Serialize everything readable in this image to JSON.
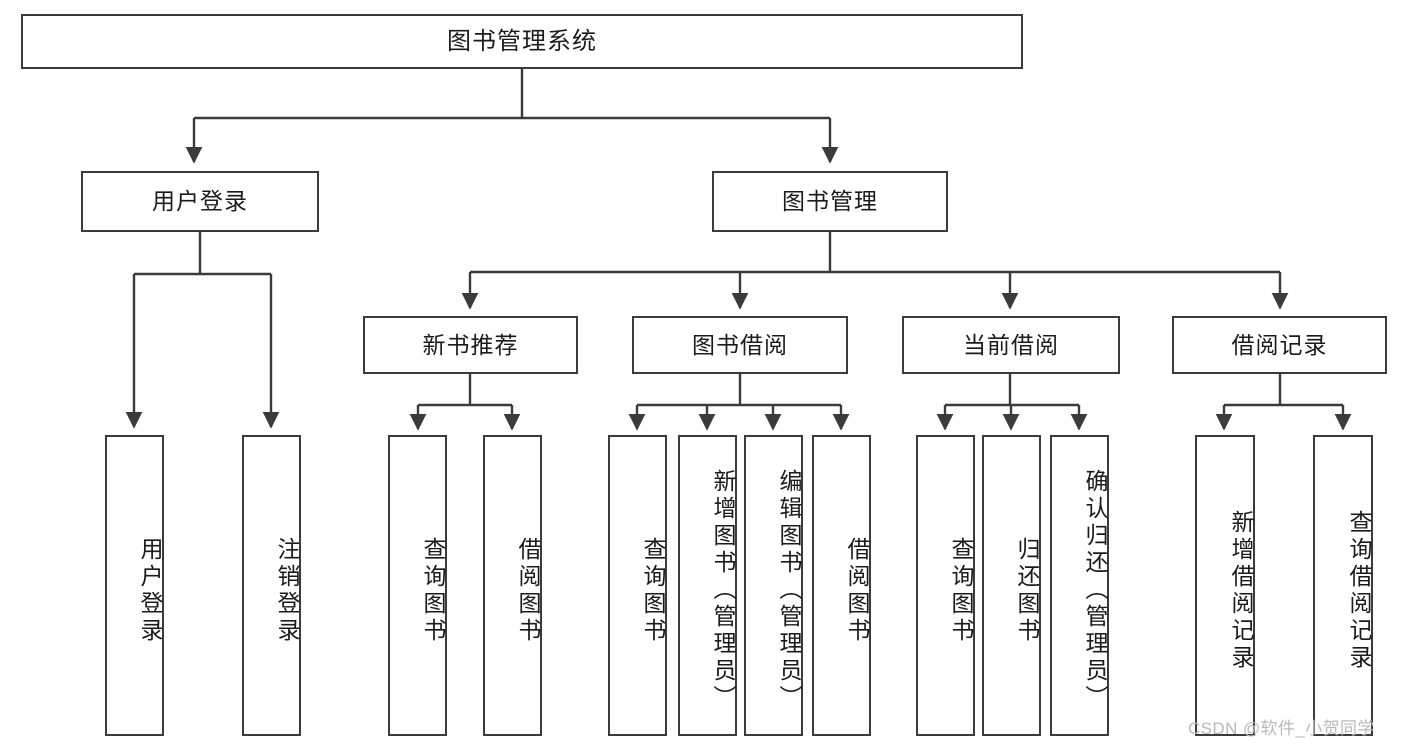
{
  "diagram": {
    "title": "图书管理系统",
    "type": "hierarchy-tree",
    "orientation": "top-down",
    "levels": 4,
    "colors": {
      "box_border": "#3b3b3b",
      "box_fill": "#ffffff",
      "connector": "#3b3b3b",
      "text": "#1b1b1b",
      "watermark": "#b9b9b9",
      "background": "#ffffff"
    }
  },
  "nodes": {
    "root": {
      "label": "图书管理系统"
    },
    "level2": [
      {
        "id": "user-login",
        "label": "用户登录"
      },
      {
        "id": "book-manage",
        "label": "图书管理"
      }
    ],
    "level3": [
      {
        "id": "new-book-recommend",
        "label": "新书推荐"
      },
      {
        "id": "book-borrow",
        "label": "图书借阅"
      },
      {
        "id": "current-borrow",
        "label": "当前借阅"
      },
      {
        "id": "borrow-record",
        "label": "借阅记录"
      }
    ],
    "leaves": {
      "user_login": [
        {
          "id": "leaf-user-login",
          "label": "用户登录"
        },
        {
          "id": "leaf-logout-login",
          "label": "注销登录"
        }
      ],
      "new_book_recommend": [
        {
          "id": "leaf-query-book-1",
          "label": "查询图书"
        },
        {
          "id": "leaf-borrow-book-1",
          "label": "借阅图书"
        }
      ],
      "book_borrow": [
        {
          "id": "leaf-query-book-2",
          "label": "查询图书"
        },
        {
          "id": "leaf-add-book",
          "label": "新增图书（管理员）"
        },
        {
          "id": "leaf-edit-book",
          "label": "编辑图书（管理员）"
        },
        {
          "id": "leaf-borrow-book-2",
          "label": "借阅图书"
        }
      ],
      "current_borrow": [
        {
          "id": "leaf-query-book-3",
          "label": "查询图书"
        },
        {
          "id": "leaf-return-book",
          "label": "归还图书"
        },
        {
          "id": "leaf-confirm-return",
          "label": "确认归还（管理员）"
        }
      ],
      "borrow_record": [
        {
          "id": "leaf-add-record",
          "label": "新增借阅记录"
        },
        {
          "id": "leaf-query-record",
          "label": "查询借阅记录"
        }
      ]
    }
  },
  "watermark": {
    "text": "CSDN @软件_小贺同学"
  }
}
